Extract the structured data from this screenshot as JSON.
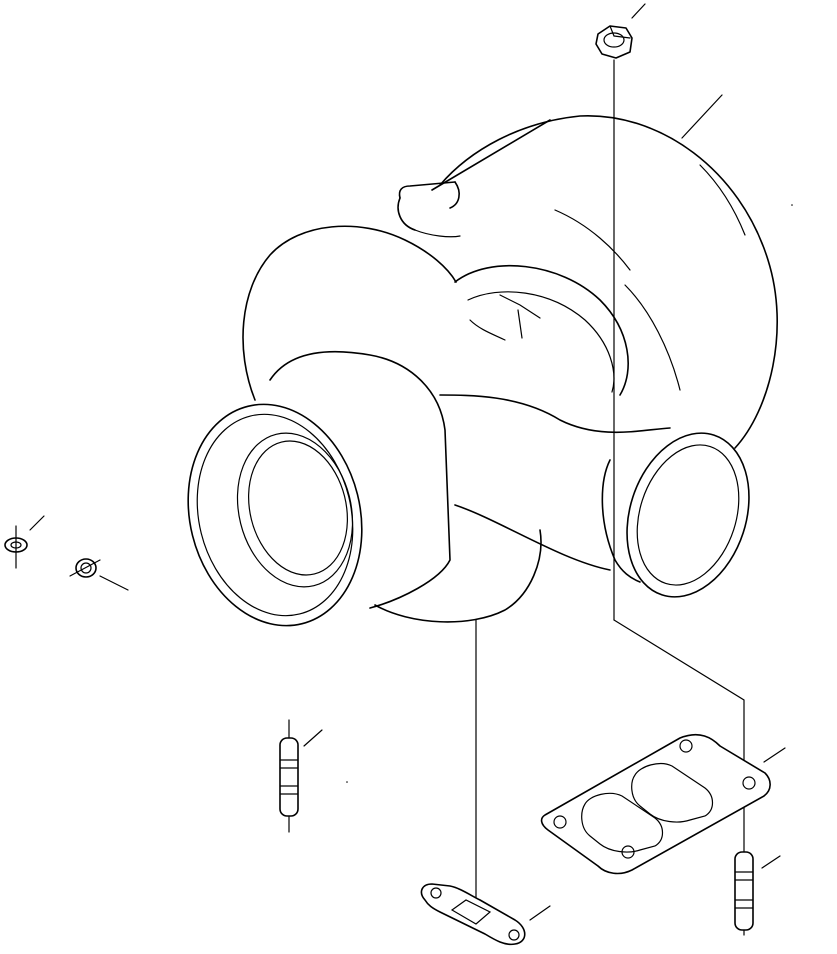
{
  "diagram": {
    "type": "exploded-parts-drawing",
    "printed_text": [],
    "parts": [
      {
        "id": "turbocharger",
        "icon": "turbocharger-icon"
      },
      {
        "id": "nut",
        "icon": "hex-nut-icon"
      },
      {
        "id": "o-ring",
        "icon": "o-ring-icon"
      },
      {
        "id": "seal-ring",
        "icon": "seal-ring-icon"
      },
      {
        "id": "stud-left",
        "icon": "stud-icon"
      },
      {
        "id": "gasket-exhaust",
        "icon": "twin-port-gasket-icon"
      },
      {
        "id": "gasket-oil-drain",
        "icon": "flange-gasket-icon"
      },
      {
        "id": "stud-right",
        "icon": "stud-icon"
      }
    ]
  }
}
